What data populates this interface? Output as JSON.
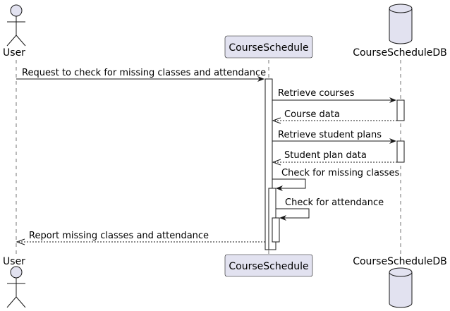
{
  "participants": {
    "user": "User",
    "schedule": "CourseSchedule",
    "db": "CourseScheduleDB"
  },
  "messages": [
    {
      "text": "Request to check for missing classes and attendance",
      "type": "sync"
    },
    {
      "text": "Retrieve courses",
      "type": "sync"
    },
    {
      "text": "Course data",
      "type": "return"
    },
    {
      "text": "Retrieve student plans",
      "type": "sync"
    },
    {
      "text": "Student plan data",
      "type": "return"
    },
    {
      "text": "Check for missing classes",
      "type": "self"
    },
    {
      "text": "Check for attendance",
      "type": "self"
    },
    {
      "text": "Report missing classes and attendance",
      "type": "return"
    }
  ],
  "colors": {
    "participant_fill": "#E2E2F0",
    "line": "#181818"
  }
}
